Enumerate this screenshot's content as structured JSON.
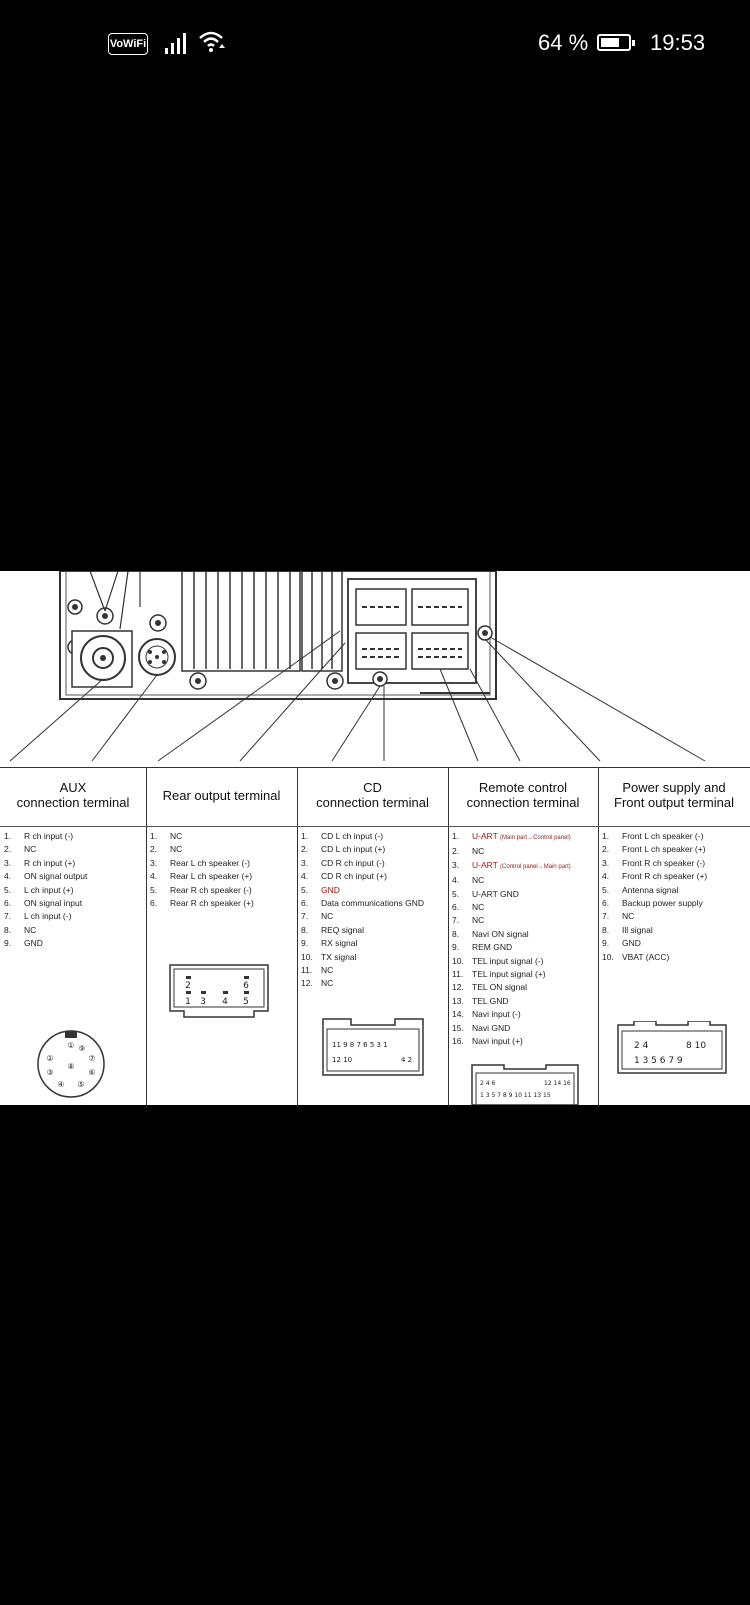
{
  "status_bar": {
    "vowifi_label": "VoWiFi",
    "battery_percent": "64 %",
    "time": "19:53",
    "icons": [
      "signal-icon",
      "wifi-icon",
      "battery-icon"
    ]
  },
  "diagram": {
    "columns": [
      {
        "id": "aux",
        "title_line1": "AUX",
        "title_line2": "connection terminal",
        "pins": [
          {
            "n": "1.",
            "label": "R ch input (-)"
          },
          {
            "n": "2.",
            "label": "NC"
          },
          {
            "n": "3.",
            "label": "R ch input (+)"
          },
          {
            "n": "4.",
            "label": "ON signal output"
          },
          {
            "n": "5.",
            "label": "L ch input (+)"
          },
          {
            "n": "6.",
            "label": "ON signal input"
          },
          {
            "n": "7.",
            "label": "L ch input (-)"
          },
          {
            "n": "8.",
            "label": "NC"
          },
          {
            "n": "9.",
            "label": "GND"
          }
        ],
        "connector_labels": [
          "①",
          "②",
          "③",
          "④",
          "⑤",
          "⑥",
          "⑦",
          "⑧",
          "⑨"
        ]
      },
      {
        "id": "rear",
        "title_line1": "Rear output terminal",
        "title_line2": "",
        "pins": [
          {
            "n": "1.",
            "label": "NC"
          },
          {
            "n": "2.",
            "label": "NC"
          },
          {
            "n": "3.",
            "label": "Rear L ch speaker (-)"
          },
          {
            "n": "4.",
            "label": "Rear L ch speaker (+)"
          },
          {
            "n": "5.",
            "label": "Rear R ch speaker (-)"
          },
          {
            "n": "6.",
            "label": "Rear R ch speaker (+)"
          }
        ],
        "connector_labels": [
          "2",
          "6",
          "1",
          "3",
          "4",
          "5"
        ]
      },
      {
        "id": "cd",
        "title_line1": "CD",
        "title_line2": "connection terminal",
        "pins": [
          {
            "n": "1.",
            "label": "CD L ch input (-)"
          },
          {
            "n": "2.",
            "label": "CD L ch input (+)"
          },
          {
            "n": "3.",
            "label": "CD R ch input (-)"
          },
          {
            "n": "4.",
            "label": "CD R ch input (+)"
          },
          {
            "n": "5.",
            "label": "GND"
          },
          {
            "n": "6.",
            "label": "Data communications GND"
          },
          {
            "n": "7.",
            "label": "NC"
          },
          {
            "n": "8.",
            "label": "REQ signal"
          },
          {
            "n": "9.",
            "label": "RX signal"
          },
          {
            "n": "10.",
            "label": "TX signal"
          },
          {
            "n": "11.",
            "label": "NC"
          },
          {
            "n": "12.",
            "label": "NC"
          }
        ],
        "connector_top": "11 9 8 7 6 5 3 1",
        "connector_bottom_left": "12 10",
        "connector_bottom_right": "4 2"
      },
      {
        "id": "remote",
        "title_line1": "Remote control",
        "title_line2": "connection terminal",
        "pins": [
          {
            "n": "1.",
            "label": "U-ART",
            "note": "(Main part→Control panel)"
          },
          {
            "n": "2.",
            "label": "NC"
          },
          {
            "n": "3.",
            "label": "U-ART",
            "note": "(Control panel→Main part)"
          },
          {
            "n": "4.",
            "label": "NC"
          },
          {
            "n": "5.",
            "label": "U-ART GND"
          },
          {
            "n": "6.",
            "label": "NC"
          },
          {
            "n": "7.",
            "label": "NC"
          },
          {
            "n": "8.",
            "label": "Navi ON signal"
          },
          {
            "n": "9.",
            "label": "REM GND"
          },
          {
            "n": "10.",
            "label": "TEL input signal (-)"
          },
          {
            "n": "11.",
            "label": "TEL input signal (+)"
          },
          {
            "n": "12.",
            "label": "TEL ON signal"
          },
          {
            "n": "13.",
            "label": "TEL GND"
          },
          {
            "n": "14.",
            "label": "Navi input (-)"
          },
          {
            "n": "15.",
            "label": "Navi GND"
          },
          {
            "n": "16.",
            "label": "Navi input (+)"
          }
        ],
        "connector_top_left": "2 4 6",
        "connector_top_right": "12 14 16",
        "connector_bottom": "1 3 5 7 8 9 10 11 13 15"
      },
      {
        "id": "power",
        "title_line1": "Power supply and",
        "title_line2": "Front output terminal",
        "pins": [
          {
            "n": "1.",
            "label": "Front L ch speaker (-)"
          },
          {
            "n": "2.",
            "label": "Front L ch speaker (+)"
          },
          {
            "n": "3.",
            "label": "Front R ch speaker (-)"
          },
          {
            "n": "4.",
            "label": "Front R ch speaker (+)"
          },
          {
            "n": "5.",
            "label": "Antenna signal"
          },
          {
            "n": "6.",
            "label": "Backup power supply"
          },
          {
            "n": "7.",
            "label": "NC"
          },
          {
            "n": "8.",
            "label": "Ill signal"
          },
          {
            "n": "9.",
            "label": "GND"
          },
          {
            "n": "10.",
            "label": "VBAT (ACC)"
          }
        ],
        "connector_top_left": "2 4",
        "connector_top_right": "8 10",
        "connector_bottom": "1 3 5 6 7 9"
      }
    ]
  }
}
